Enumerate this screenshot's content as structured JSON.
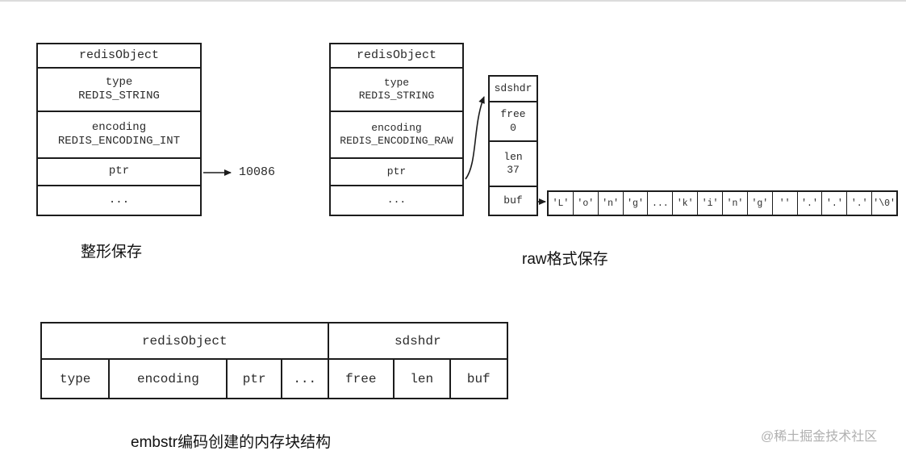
{
  "int_diagram": {
    "title": "redisObject",
    "type_label": "type",
    "type_value": "REDIS_STRING",
    "encoding_label": "encoding",
    "encoding_value": "REDIS_ENCODING_INT",
    "ptr_label": "ptr",
    "ellipsis": "...",
    "ptr_value": "10086",
    "caption": "整形保存"
  },
  "raw_diagram": {
    "title": "redisObject",
    "type_label": "type",
    "type_value": "REDIS_STRING",
    "encoding_label": "encoding",
    "encoding_value": "REDIS_ENCODING_RAW",
    "ptr_label": "ptr",
    "ellipsis": "...",
    "caption": "raw格式保存",
    "sdshdr": {
      "title": "sdshdr",
      "free_label": "free",
      "free_value": "0",
      "len_label": "len",
      "len_value": "37",
      "buf_label": "buf"
    },
    "bytes": [
      "'L'",
      "'o'",
      "'n'",
      "'g'",
      "...",
      "'k'",
      "'i'",
      "'n'",
      "'g'",
      "''",
      "'.'",
      "'.'",
      "'.'",
      "'\\0'"
    ]
  },
  "embstr_diagram": {
    "header_left": "redisObject",
    "header_right": "sdshdr",
    "cells": [
      "type",
      "encoding",
      "ptr",
      "...",
      "free",
      "len",
      "buf"
    ],
    "caption": "embstr编码创建的内存块结构"
  },
  "watermark": "@稀土掘金技术社区"
}
